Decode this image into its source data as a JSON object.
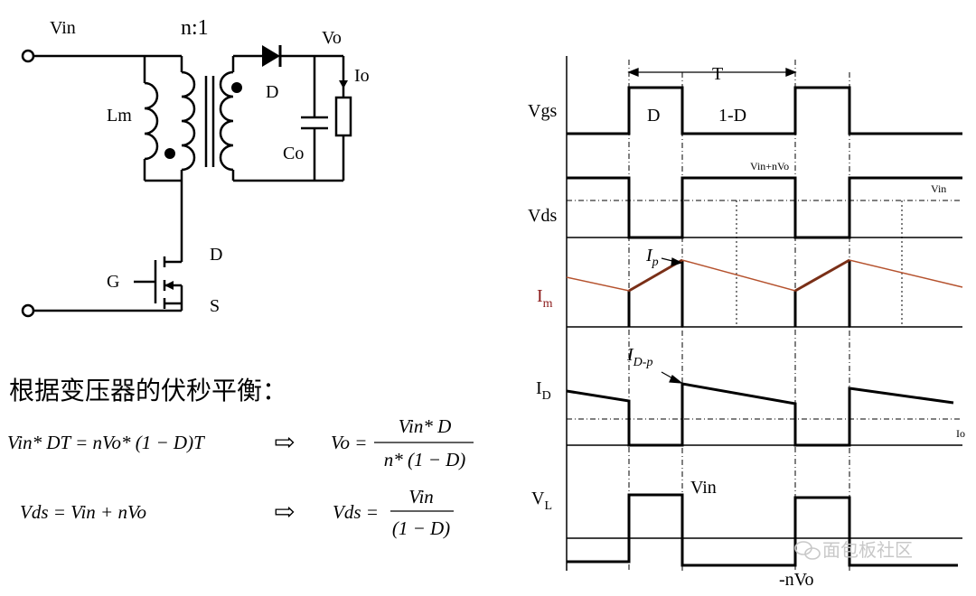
{
  "circuit": {
    "vin": "Vin",
    "turns_ratio": "n:1",
    "vo": "Vo",
    "io": "Io",
    "lm": "Lm",
    "diode": "D",
    "co": "Co",
    "gate": "G",
    "drain": "D",
    "source": "S"
  },
  "text": {
    "heading": "根据变压器的伏秒平衡：",
    "eq1_left": "Vin* DT = nVo* (1 − D)T",
    "arrow": "⇨",
    "eq1_lhs": "Vo =",
    "eq1_num": "Vin* D",
    "eq1_den": "n* (1 − D)",
    "eq2_left": "Vds = Vin + nVo",
    "eq2_lhs": "Vds =",
    "eq2_num": "Vin",
    "eq2_den": "(1 − D)"
  },
  "waveforms": {
    "period": "T",
    "duty": "D",
    "off_duty": "1-D",
    "vgs": "Vgs",
    "vds": "Vds",
    "vin_plus_nvo": "Vin+nVo",
    "vin_small": "Vin",
    "im": "I",
    "im_sub": "m",
    "ip": "I",
    "ip_sub": "p",
    "id": "I",
    "id_sub": "D",
    "idp": "I",
    "idp_sub": "D-p",
    "io_small": "Io",
    "vl": "V",
    "vl_sub": "L",
    "vl_vin": "Vin",
    "vl_neg": "-nVo"
  },
  "watermark": "面包板社区",
  "colors": {
    "im_trace": "#b5522e",
    "im_label": "#8b1a1a",
    "line": "#000000"
  }
}
